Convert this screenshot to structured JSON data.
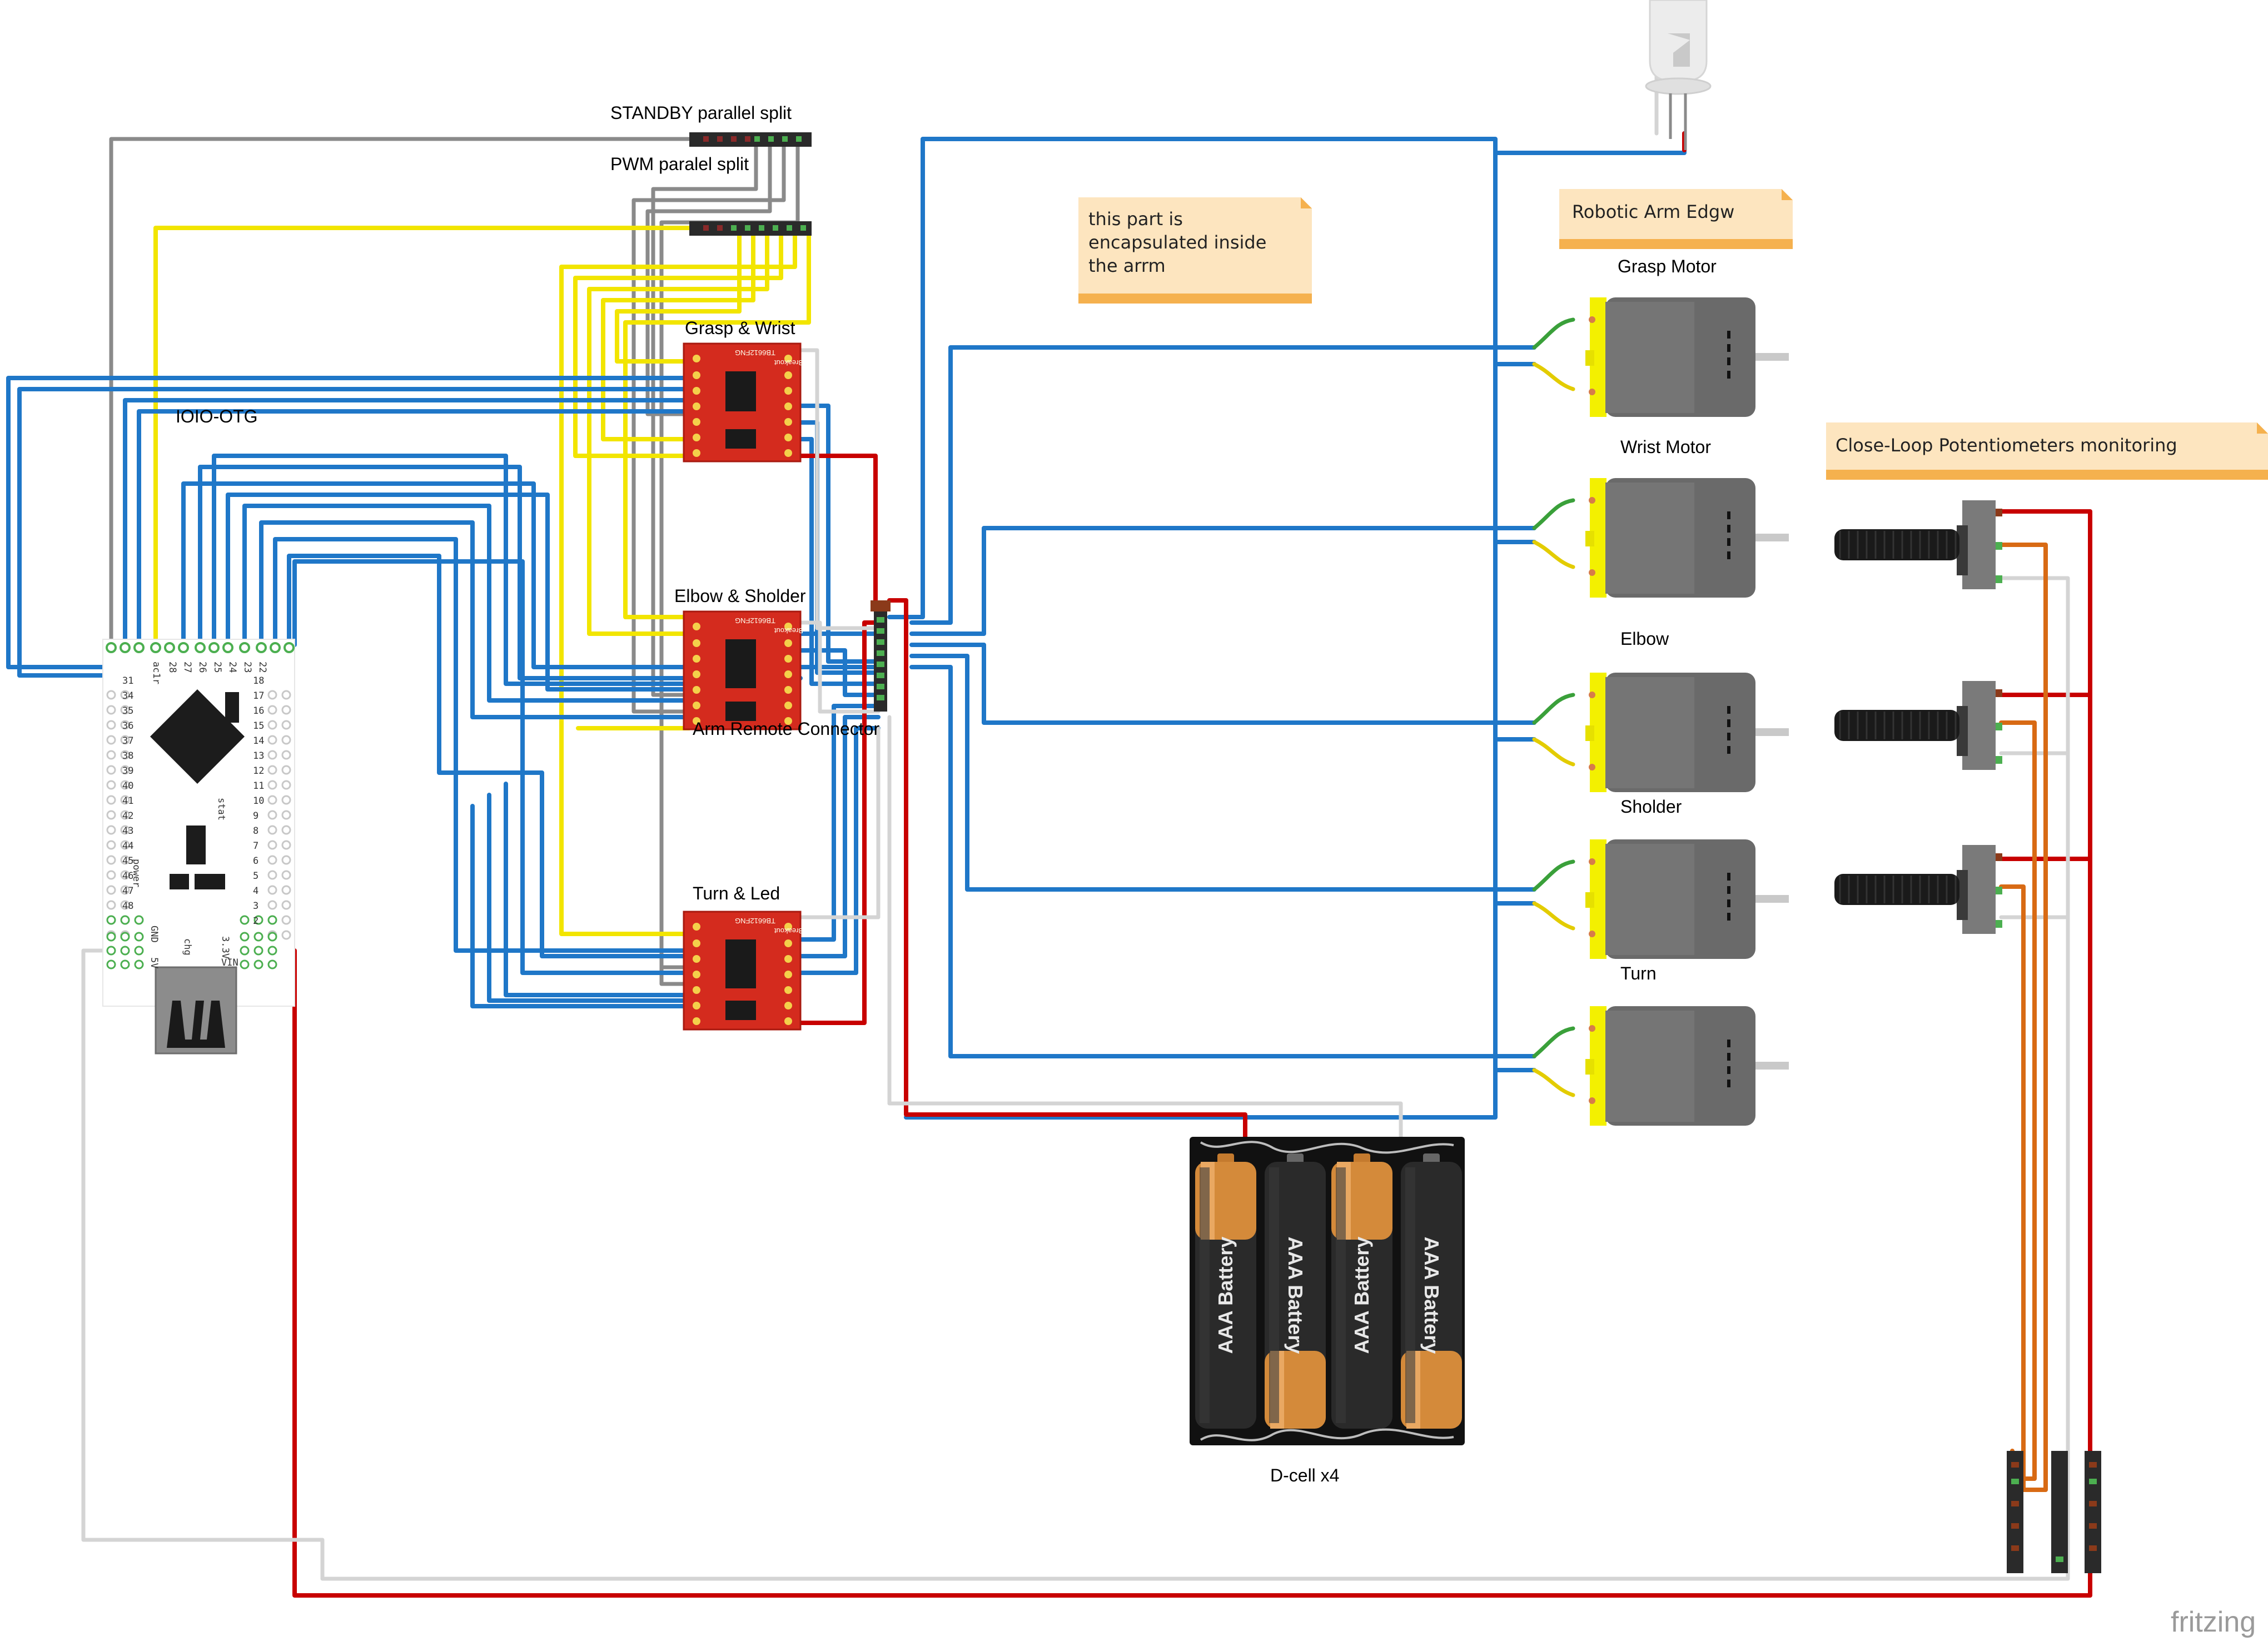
{
  "labels": {
    "standby_split": "STANDBY parallel split",
    "pwm_split": "PWM paralel split",
    "ioio": "IOIO-OTG",
    "grasp_wrist": "Grasp & Wrist",
    "elbow_shoulder": "Elbow & Sholder",
    "turn_led": "Turn & Led",
    "arm_connector": "Arm Remote Connector",
    "battery_pack": "D-cell x4",
    "watermark": "fritzing"
  },
  "notes": {
    "encapsulated_lines": [
      "this part is",
      "encapsulated inside",
      "the arrm"
    ],
    "robotic_arm": "Robotic Arm Edgw",
    "potentiometers": "Close-Loop Potentiometers monitoring"
  },
  "motors": [
    {
      "label": "Grasp Motor"
    },
    {
      "label": "Wrist Motor"
    },
    {
      "label": "Elbow"
    },
    {
      "label": "Sholder"
    },
    {
      "label": "Turn"
    }
  ],
  "batteries": [
    {
      "label": "AAA Battery"
    },
    {
      "label": "AAA Battery"
    },
    {
      "label": "AAA Battery"
    },
    {
      "label": "AAA Battery"
    }
  ],
  "driver_board": {
    "line1": "TB6612FNG",
    "line2": "Breakout"
  },
  "ioio_board": {
    "top_pins": [
      "28",
      "27",
      "26",
      "25",
      "24",
      "23",
      "22"
    ],
    "top_extra": "ac1r",
    "left_pins": [
      "31",
      "34",
      "35",
      "36",
      "37",
      "38",
      "39",
      "40",
      "41",
      "42",
      "43",
      "44",
      "45",
      "46",
      "47",
      "48"
    ],
    "right_pins": [
      "18",
      "17",
      "16",
      "15",
      "14",
      "13",
      "12",
      "11",
      "10",
      "9",
      "8",
      "7",
      "6",
      "5",
      "4",
      "3",
      "2"
    ],
    "bottom_labels": {
      "gnd": "GND",
      "v5": "5V",
      "chg": "chg",
      "v33": "3.3V",
      "vin": "VIN"
    },
    "mid_labels": {
      "stat": "stat",
      "power": "power"
    }
  },
  "colors": {
    "wire_blue": "#1f77c8",
    "wire_yellow": "#f2e500",
    "wire_red": "#c80000",
    "wire_gray": "#8a8a8a",
    "wire_white": "#d4d4d4",
    "wire_orange": "#d86a14",
    "wire_green": "#3aa03a",
    "driver_red": "#d42b1e",
    "motor_yellow": "#f3f000",
    "motor_gray": "#6a6a6a",
    "note_bg": "#fde5bf",
    "note_stripe": "#f5b14e"
  }
}
